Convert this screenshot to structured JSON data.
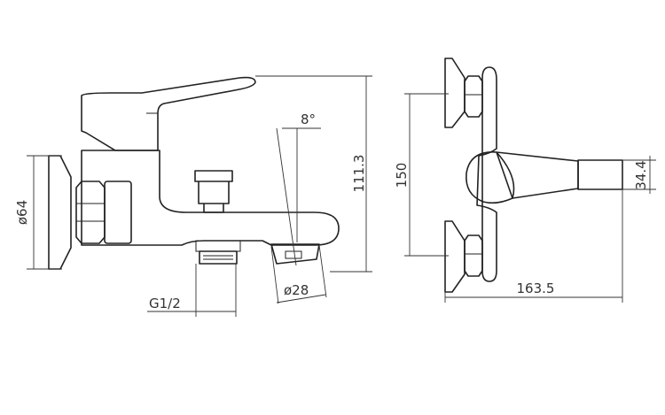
{
  "front_view": {
    "wall_diameter": "ø64",
    "height": "111.3",
    "spout_angle": "8°",
    "spout_diameter": "ø28",
    "thread": "G1/2"
  },
  "top_view": {
    "center_distance": "150",
    "handle_width": "34.4",
    "depth": "163.5"
  }
}
